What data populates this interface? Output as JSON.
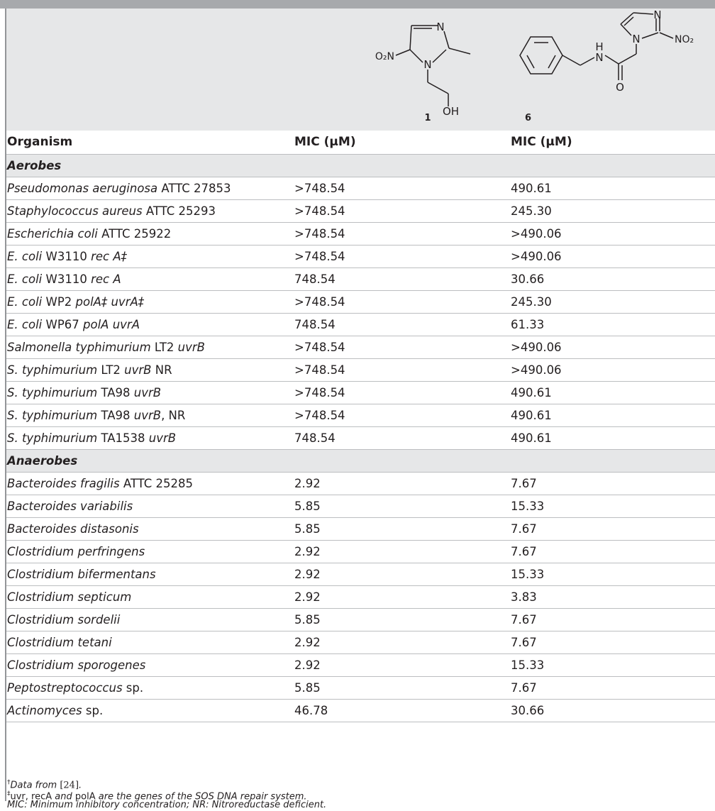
{
  "compounds": [
    {
      "label": "1",
      "substituent_labels": {
        "nitro": "O₂N",
        "ring_n": "N",
        "ring_n1": "N",
        "hydroxyl": "OH"
      }
    },
    {
      "label": "6",
      "substituent_labels": {
        "ring_n": "N",
        "ring_n1": "N",
        "nitro": "NO₂",
        "amide_n": "N",
        "amide_h": "H",
        "carbonyl": "O"
      }
    }
  ],
  "table": {
    "headers": [
      "Organism",
      "MIC (μM)",
      "MIC (μM)"
    ],
    "sections": [
      {
        "name": "Aerobes",
        "rows": [
          {
            "org": "Pseudomonas aeruginosa",
            "strain": " ATTC 27853",
            "v1": ">748.54",
            "v2": "490.61"
          },
          {
            "org": "Staphylococcus aureus",
            "strain": " ATTC 25293",
            "v1": ">748.54",
            "v2": "245.30"
          },
          {
            "org": "Escherichia coli",
            "strain": " ATTC 25922",
            "v1": ">748.54",
            "v2": ">490.06"
          },
          {
            "org": "E. coli",
            "strain": " W3110 ",
            "gene": "rec A‡",
            "v1": ">748.54",
            "v2": ">490.06"
          },
          {
            "org": "E. coli",
            "strain": " W3110 ",
            "gene": "rec A",
            "v1": "748.54",
            "v2": "30.66"
          },
          {
            "org": "E. coli",
            "strain": " WP2 ",
            "gene": "polA‡ uvrA‡",
            "v1": ">748.54",
            "v2": "245.30"
          },
          {
            "org": "E. coli",
            "strain": " WP67 ",
            "gene": "polA uvrA",
            "v1": "748.54",
            "v2": "61.33"
          },
          {
            "org": "Salmonella typhimurium",
            "strain": " LT2 ",
            "gene": "uvrB",
            "v1": ">748.54",
            "v2": ">490.06"
          },
          {
            "org": "S. typhimurium",
            "strain": " LT2 ",
            "gene": "uvrB",
            "suffix": " NR",
            "v1": ">748.54",
            "v2": ">490.06"
          },
          {
            "org": "S. typhimurium",
            "strain": " TA98 ",
            "gene": "uvrB",
            "v1": ">748.54",
            "v2": "490.61"
          },
          {
            "org": "S. typhimurium",
            "strain": " TA98 ",
            "gene": "uvrB",
            "suffix": ", NR",
            "v1": ">748.54",
            "v2": "490.61"
          },
          {
            "org": "S. typhimurium",
            "strain": " TA1538 ",
            "gene": "uvrB",
            "v1": "748.54",
            "v2": "490.61"
          }
        ]
      },
      {
        "name": "Anaerobes",
        "rows": [
          {
            "org": "Bacteroides fragilis",
            "strain": " ATTC 25285",
            "v1": "2.92",
            "v2": "7.67"
          },
          {
            "org": "Bacteroides variabilis",
            "v1": "5.85",
            "v2": "15.33"
          },
          {
            "org": "Bacteroides distasonis",
            "v1": "5.85",
            "v2": "7.67"
          },
          {
            "org": "Clostridium perfringens",
            "v1": "2.92",
            "v2": "7.67"
          },
          {
            "org": "Clostridium bifermentans",
            "v1": "2.92",
            "v2": "15.33"
          },
          {
            "org": "Clostridium septicum",
            "v1": "2.92",
            "v2": "3.83"
          },
          {
            "org": "Clostridium sordelii",
            "v1": "5.85",
            "v2": "7.67"
          },
          {
            "org": "Clostridium tetani",
            "v1": "2.92",
            "v2": "7.67"
          },
          {
            "org": "Clostridium sporogenes",
            "v1": "2.92",
            "v2": "15.33"
          },
          {
            "org": "Peptostreptococcus",
            "strain": " sp.",
            "v1": "5.85",
            "v2": "7.67"
          },
          {
            "org": "Actinomyces",
            "strain": " sp.",
            "v1": "46.78",
            "v2": "30.66"
          }
        ]
      }
    ]
  },
  "footnotes": {
    "f1": {
      "mark": "†",
      "text": "Data from ",
      "ref": "[24]",
      "end": "."
    },
    "f2": {
      "mark": "‡",
      "g1": "uvr, recA",
      "t1": " and ",
      "g2": "polA",
      "t2": " are the genes of the SOS DNA repair system."
    },
    "f3": {
      "text": "MIC: Minimum inhibitory concentration; NR: Nitroreductase deficient."
    }
  }
}
